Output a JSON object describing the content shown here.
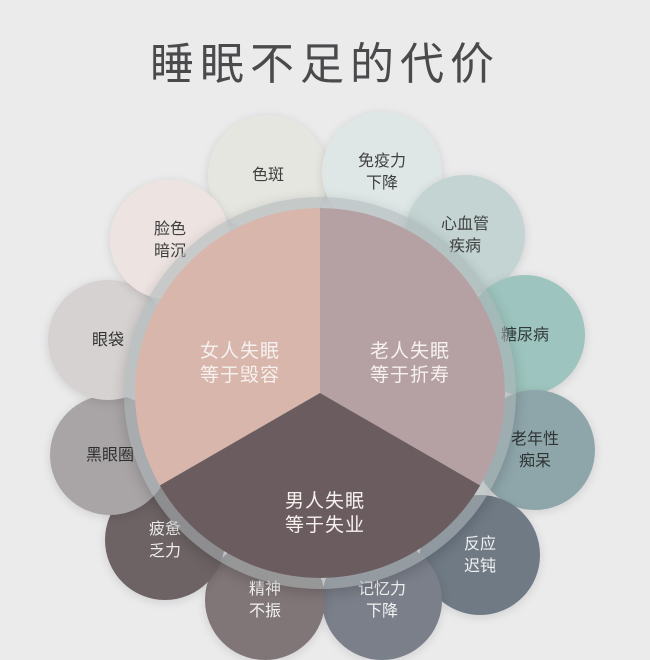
{
  "title": "睡眠不足的代价",
  "center": {
    "segments": [
      {
        "id": "women",
        "line1": "女人失眠",
        "line2": "等于毁容",
        "color": "#d8b6ab"
      },
      {
        "id": "elderly",
        "line1": "老人失眠",
        "line2": "等于折寿",
        "color": "#b5a1a4"
      },
      {
        "id": "men",
        "line1": "男人失眠",
        "line2": "等于失业",
        "color": "#6b5d5f"
      }
    ]
  },
  "petals": [
    {
      "id": "spots",
      "line1": "色斑",
      "line2": "",
      "color": "#e6e6e1",
      "text_color": "#3f3f3f"
    },
    {
      "id": "immunity",
      "line1": "免疫力",
      "line2": "下降",
      "color": "#dfe7e6",
      "text_color": "#3f3f3f"
    },
    {
      "id": "cardio",
      "line1": "心血管",
      "line2": "疾病",
      "color": "#c3d4d3",
      "text_color": "#3f3f3f"
    },
    {
      "id": "diabetes",
      "line1": "糖尿病",
      "line2": "",
      "color": "#9dc4be",
      "text_color": "#33393a"
    },
    {
      "id": "dementia",
      "line1": "老年性",
      "line2": "痴呆",
      "color": "#8ea6aa",
      "text_color": "#2f3436"
    },
    {
      "id": "slow-reaction",
      "line1": "反应",
      "line2": "迟钝",
      "color": "#6f7a85",
      "text_color": "#f2f2f2"
    },
    {
      "id": "memory",
      "line1": "记忆力",
      "line2": "下降",
      "color": "#7b7f8a",
      "text_color": "#f2f2f2"
    },
    {
      "id": "listless",
      "line1": "精神",
      "line2": "不振",
      "color": "#807677",
      "text_color": "#f2f2f2"
    },
    {
      "id": "fatigue",
      "line1": "疲惫",
      "line2": "乏力",
      "color": "#6d6364",
      "text_color": "#eeeeee"
    },
    {
      "id": "dark-circles",
      "line1": "黑眼圈",
      "line2": "",
      "color": "#a9a5a7",
      "text_color": "#2f2f2f"
    },
    {
      "id": "eye-bags",
      "line1": "眼袋",
      "line2": "",
      "color": "#d7d2d2",
      "text_color": "#333333"
    },
    {
      "id": "dull-complexion",
      "line1": "脸色",
      "line2": "暗沉",
      "color": "#ede4e2",
      "text_color": "#3f3f3f"
    }
  ]
}
